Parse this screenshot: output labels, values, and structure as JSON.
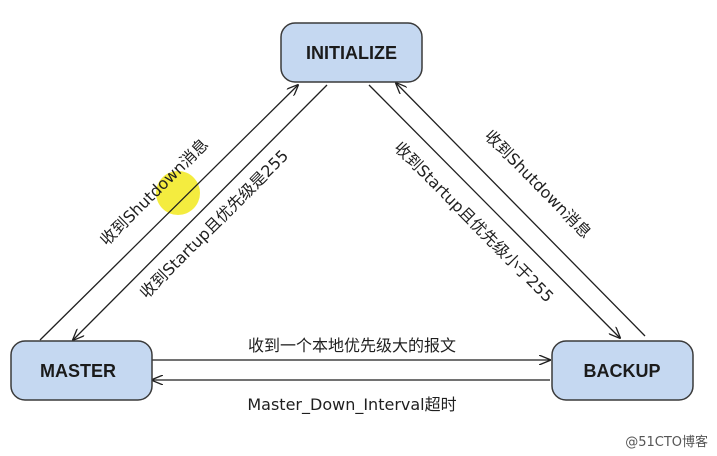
{
  "states": {
    "initialize": "INITIALIZE",
    "master": "MASTER",
    "backup": "BACKUP"
  },
  "transitions": {
    "master_to_initialize": "收到Shutdown消息",
    "initialize_to_master": "收到Startup且优先级是255",
    "initialize_to_backup": "收到Startup且优先级小于255",
    "backup_to_initialize": "收到Shutdown消息",
    "backup_to_master_event": "收到一个本地优先级大的报文",
    "master_to_backup_event": "Master_Down_Interval超时"
  },
  "watermark": "@51CTO博客",
  "colors": {
    "box_fill": "#c5d8f1",
    "highlight": "#f3ea2a"
  }
}
